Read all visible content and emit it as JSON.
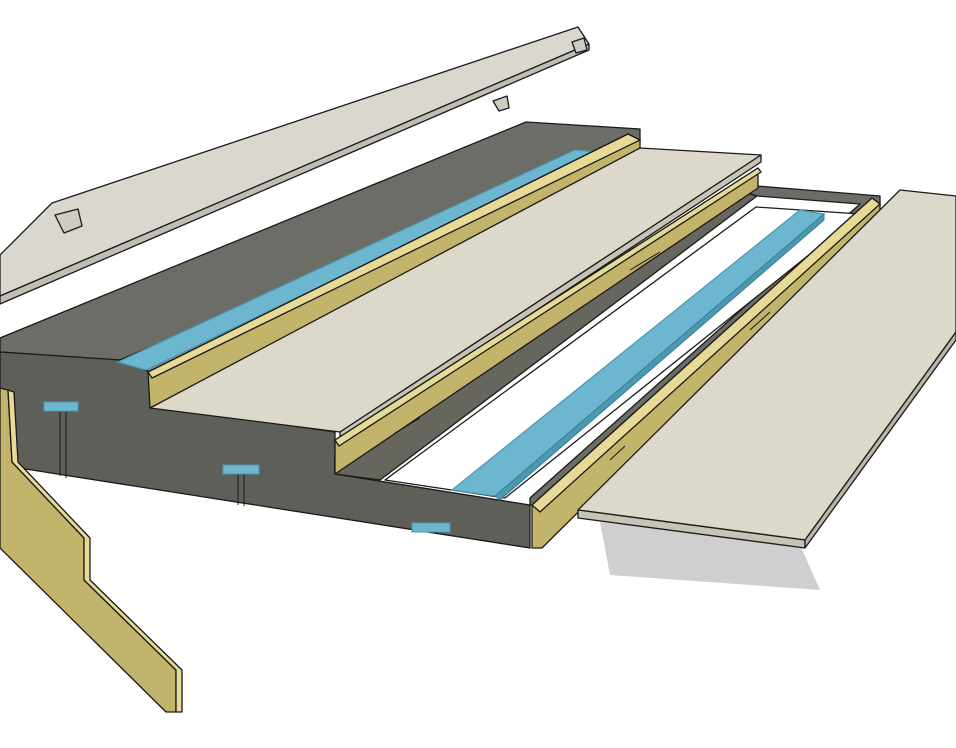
{
  "view": {
    "kind": "exploded 3D CAD render",
    "background": "#ffffff",
    "edges": "#1a1a1a"
  },
  "materials": {
    "gray_body_top": "#6d6d68",
    "gray_body_side": "#5f5f5a",
    "gray_body_inner": "#8a8a84",
    "lid": "#d9d7cf",
    "lid_edge": "#bfbdb4",
    "panel": "#dcd8ca",
    "panel_edge": "#c7c3b5",
    "yellow_panel": "#c2b46a",
    "yellow_edge": "#e6da96",
    "blue_strip": "#6cb6cf",
    "blue_strip_edge": "#4d98b1",
    "shadow": "#cccccc"
  },
  "parts": [
    {
      "name": "hinged-lid",
      "material": "lid"
    },
    {
      "name": "lid-tab",
      "material": "lid"
    },
    {
      "name": "stepped-gray-enclosure",
      "material": "gray_body_side"
    },
    {
      "name": "top-tier-blue-strip",
      "material": "blue_strip"
    },
    {
      "name": "top-tier-yellow-front",
      "material": "yellow_panel"
    },
    {
      "name": "middle-tier-panel",
      "material": "panel"
    },
    {
      "name": "middle-tier-yellow-front",
      "material": "yellow_panel"
    },
    {
      "name": "lower-tray-white-insert",
      "material": "panel"
    },
    {
      "name": "lower-tray-blue-strip",
      "material": "blue_strip"
    },
    {
      "name": "right-yellow-side-panel",
      "material": "yellow_panel"
    },
    {
      "name": "detached-floor-panel",
      "material": "panel"
    },
    {
      "name": "left-yellow-side-panel",
      "material": "yellow_panel"
    },
    {
      "name": "blue-mounting-clip",
      "material": "blue_strip"
    }
  ]
}
